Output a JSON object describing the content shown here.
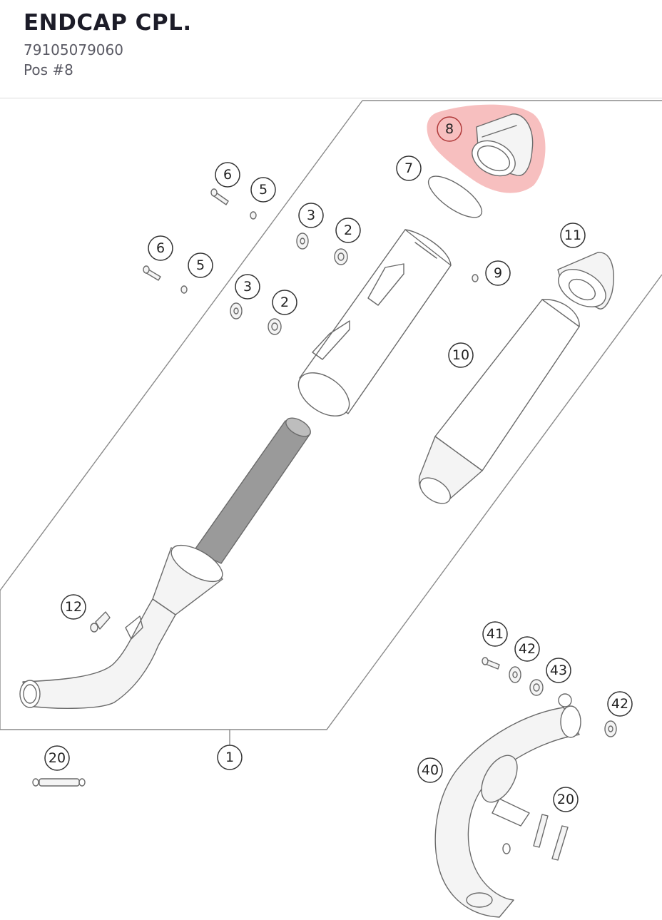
{
  "header": {
    "title": "ENDCAP CPL.",
    "part_number": "79105079060",
    "position": "Pos #8"
  },
  "highlight_color": "#f08a8a",
  "callouts": [
    {
      "label": "8",
      "highlighted": true
    },
    {
      "label": "7"
    },
    {
      "label": "6"
    },
    {
      "label": "5"
    },
    {
      "label": "3"
    },
    {
      "label": "2"
    },
    {
      "label": "6"
    },
    {
      "label": "5"
    },
    {
      "label": "3"
    },
    {
      "label": "2"
    },
    {
      "label": "11"
    },
    {
      "label": "9"
    },
    {
      "label": "10"
    },
    {
      "label": "12"
    },
    {
      "label": "1"
    },
    {
      "label": "20"
    },
    {
      "label": "41"
    },
    {
      "label": "42"
    },
    {
      "label": "43"
    },
    {
      "label": "42"
    },
    {
      "label": "40"
    },
    {
      "label": "20"
    }
  ]
}
